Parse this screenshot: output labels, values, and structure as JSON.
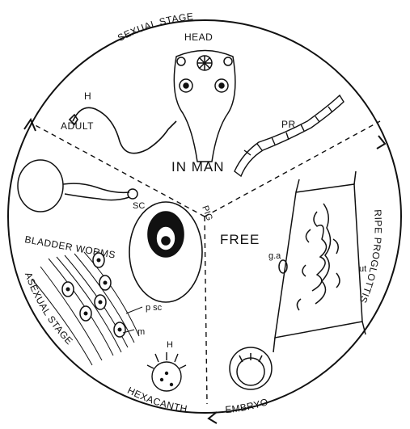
{
  "labels": {
    "sexual_stage": "SEXUAL STAGE",
    "head": "HEAD",
    "h_adult": "H",
    "adult": "ADULT",
    "pr": "PR",
    "in_man": "IN MAN",
    "sc": "SC",
    "pig": "PIG",
    "free": "FREE",
    "bladder_worms": "BLADDER WORMS",
    "ripe_proglottis": "RIPE PROGLOTTIS",
    "ga": "g.a",
    "ut": "ut",
    "asexual_stage": "ASEXUAL STAGE",
    "psc": "p sc",
    "m": "m",
    "h_hexacanth": "H",
    "hexacanth": "HEXACANTH",
    "embryo": "EMBRYO"
  }
}
